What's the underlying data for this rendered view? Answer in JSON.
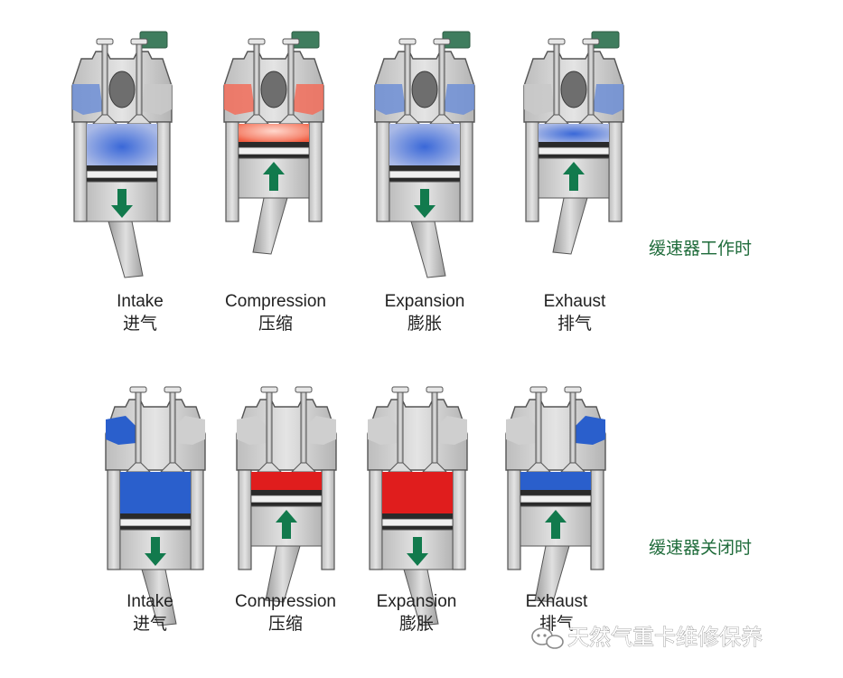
{
  "rows": [
    {
      "label": "缓速器工作时",
      "strokes": [
        {
          "en": "Intake",
          "zh": "进气",
          "charge": "blue",
          "arrow": "down"
        },
        {
          "en": "Compression",
          "zh": "压缩",
          "charge": "orange",
          "arrow": "up"
        },
        {
          "en": "Expansion",
          "zh": "膨胀",
          "charge": "blue",
          "arrow": "down"
        },
        {
          "en": "Exhaust",
          "zh": "排气",
          "charge": "blue",
          "arrow": "up"
        }
      ]
    },
    {
      "label": "缓速器关闭时",
      "strokes": [
        {
          "en": "Intake",
          "zh": "进气",
          "charge": "blue",
          "arrow": "down"
        },
        {
          "en": "Compression",
          "zh": "压缩",
          "charge": "red",
          "arrow": "up"
        },
        {
          "en": "Expansion",
          "zh": "膨胀",
          "charge": "red",
          "arrow": "down"
        },
        {
          "en": "Exhaust",
          "zh": "排气",
          "charge": "blue",
          "arrow": "up"
        }
      ]
    }
  ],
  "watermark": "天然气重卡维修保养",
  "colors": {
    "metal_light": "#d7d7d7",
    "metal_mid": "#a8a8a8",
    "metal_dark": "#555555",
    "blue": "#2a5fcc",
    "blue_soft": "#6f8fd6",
    "red": "#e01d1d",
    "orange": "#f26d5b",
    "arrow": "#127a4d",
    "actuator": "#3f7d5e",
    "label_green": "#1e6b3a"
  }
}
